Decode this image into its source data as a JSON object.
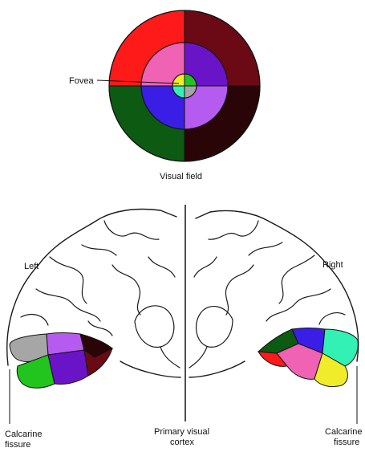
{
  "labels": {
    "fovea": "Fovea",
    "visual_field": "Visual field",
    "left": "Left",
    "right": "Right",
    "calcarine_left_line1": "Calcarine",
    "calcarine_left_line2": "fissure",
    "primary_line1": "Primary visual",
    "primary_line2": "cortex",
    "calcarine_right_line1": "Calcarine",
    "calcarine_right_line2": "fissure"
  },
  "colors": {
    "upper_left_outer": "#ff1a1a",
    "upper_right_outer": "#6b0a14",
    "lower_left_outer": "#0d5a12",
    "lower_right_outer": "#2a0508",
    "upper_left_middle": "#ef62b4",
    "upper_right_middle": "#6a14c8",
    "lower_left_middle": "#3a1ee6",
    "lower_right_middle": "#b55bf0",
    "upper_left_center": "#f0ec2a",
    "upper_right_center": "#22c41e",
    "lower_left_center": "#33f0b4",
    "lower_right_center": "#a6a6a6"
  }
}
